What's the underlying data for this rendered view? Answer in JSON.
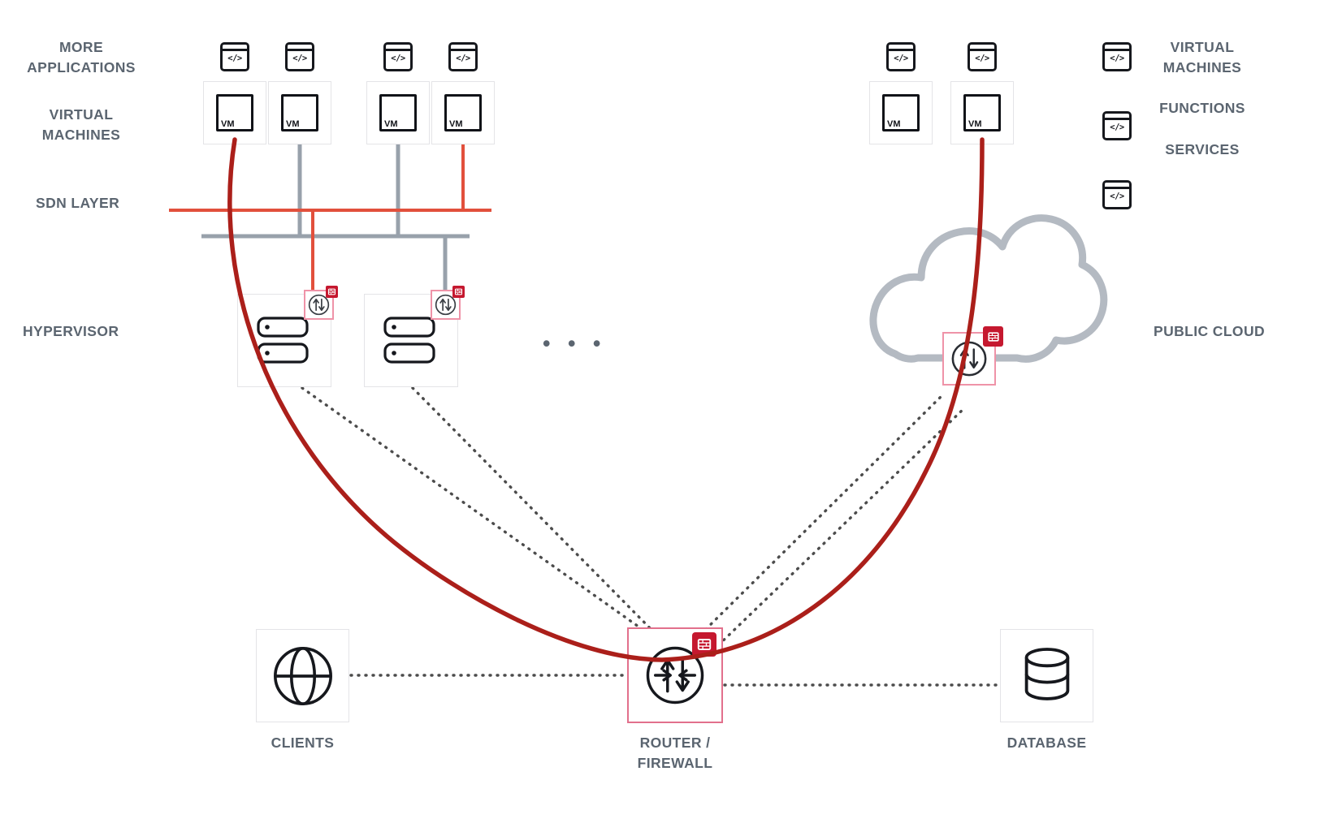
{
  "left_labels": {
    "more_applications": "MORE APPLICATIONS",
    "virtual_machines": "VIRTUAL MACHINES",
    "sdn_layer": "SDN LAYER",
    "hypervisor": "HYPERVISOR"
  },
  "right_labels": {
    "virtual_machines": "VIRTUAL MACHINES",
    "functions": "FUNCTIONS",
    "services": "SERVICES",
    "public_cloud": "PUBLIC CLOUD"
  },
  "bottom_labels": {
    "clients": "CLIENTS",
    "router_firewall": "ROUTER / FIREWALL",
    "database": "DATABASE"
  },
  "glyphs": {
    "app_code": "</>",
    "vm": "VM",
    "ellipsis": "• • •"
  },
  "colors": {
    "label_text": "#5b6570",
    "sdn_red": "#e2503c",
    "sdn_gray": "#98a1ab",
    "overlay_curve_red": "#ab1f1a",
    "badge_red": "#c5182f",
    "pink_border": "#ef93a8",
    "cloud_gray": "#b4bac2",
    "dotted_link": "#4c4c4c",
    "icon_ink": "#16181d",
    "box_border": "#e4e4e7"
  }
}
